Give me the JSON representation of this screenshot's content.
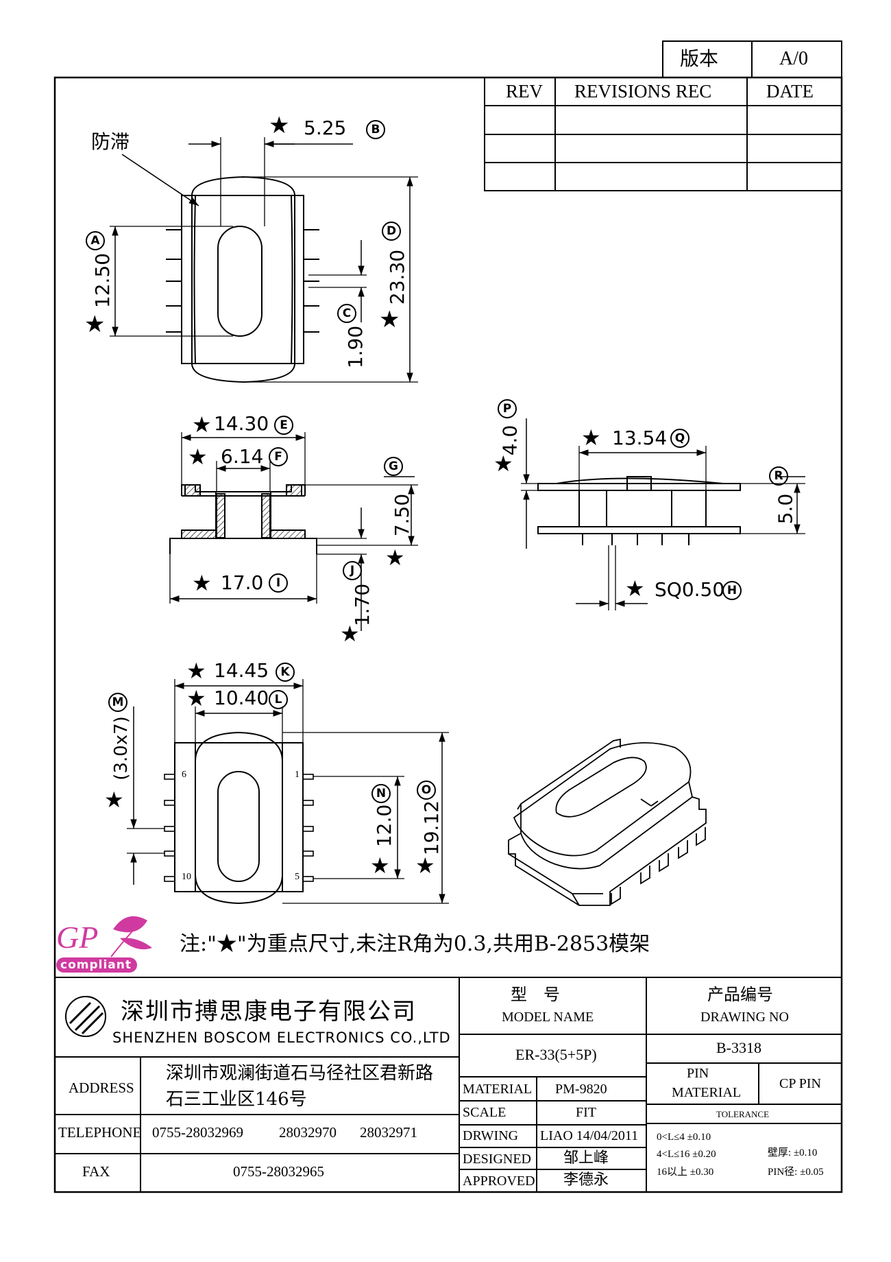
{
  "version": {
    "label": "版本",
    "value": "A/0"
  },
  "revisions": {
    "col_rev": "REV",
    "col_rec": "REVISIONS REC",
    "col_date": "DATE"
  },
  "views": {
    "top": {
      "note": "防滞",
      "dim_b": "5.25",
      "tag_b": "B",
      "dim_a": "12.50",
      "tag_a": "A",
      "dim_d": "23.30",
      "tag_d": "D",
      "dim_c": "1.90",
      "tag_c": "C"
    },
    "front": {
      "dim_e": "14.30",
      "tag_e": "E",
      "dim_f": "6.14",
      "tag_f": "F",
      "tag_g": "G",
      "dim_g": "7.50",
      "dim_i": "17.0",
      "tag_i": "I",
      "dim_j": "1.70",
      "tag_j": "J"
    },
    "side": {
      "dim_p": "4.0",
      "tag_p": "P",
      "dim_q": "13.54",
      "tag_q": "Q",
      "tag_r": "R",
      "dim_r": "5.0",
      "dim_h": "SQ0.50",
      "tag_h": "H"
    },
    "bottom": {
      "dim_k": "14.45",
      "tag_k": "K",
      "dim_l": "10.40",
      "tag_l": "L",
      "tag_m": "M",
      "dim_m": "(3.0x7)",
      "dim_n": "12.0",
      "tag_n": "N",
      "dim_o": "19.12",
      "tag_o": "O",
      "pin_6": "6",
      "pin_10": "10",
      "pin_1": "1",
      "pin_5": "5"
    }
  },
  "gp_logo": {
    "gp": "GP",
    "compliant": "compliant"
  },
  "note": "注:\"★\"为重点尺寸,未注R角为0.3,共用B-2853模架",
  "company": {
    "name_cn": "深圳市搏思康电子有限公司",
    "name_en": "SHENZHEN BOSCOM ELECTRONICS CO.,LTD",
    "address_label": "ADDRESS",
    "address_line1": "深圳市观澜街道石马径社区君新路",
    "address_line2": "石三工业区146号",
    "telephone_label": "TELEPHONE",
    "tel1": "0755-28032969",
    "tel2": "28032970",
    "tel3": "28032971",
    "fax_label": "FAX",
    "fax": "0755-28032965"
  },
  "title_block": {
    "model_cn": "型　号",
    "model_en": "MODEL NAME",
    "model_value": "ER-33(5+5P)",
    "drawing_cn": "产品编号",
    "drawing_en": "DRAWING NO",
    "drawing_value": "B-3318",
    "material_label": "MATERIAL",
    "material_value": "PM-9820",
    "scale_label": "SCALE",
    "scale_value": "FIT",
    "drwing_label": "DRWING",
    "drwing_value": "LIAO 14/04/2011",
    "designed_label": "DESIGNED",
    "designed_value": "邹上峰",
    "approved_label": "APPROVED",
    "approved_value": "李德永",
    "pin_material_1": "PIN",
    "pin_material_2": "MATERIAL",
    "pin_material_value": "CP PIN",
    "tolerance_label": "TOLERANCE",
    "tol1": "0<L≤4  ±0.10",
    "tol2": "4<L≤16  ±0.20",
    "tol3": "16以上    ±0.30",
    "wall": "壁厚:  ±0.10",
    "pin_dia": "PIN径: ±0.05"
  }
}
